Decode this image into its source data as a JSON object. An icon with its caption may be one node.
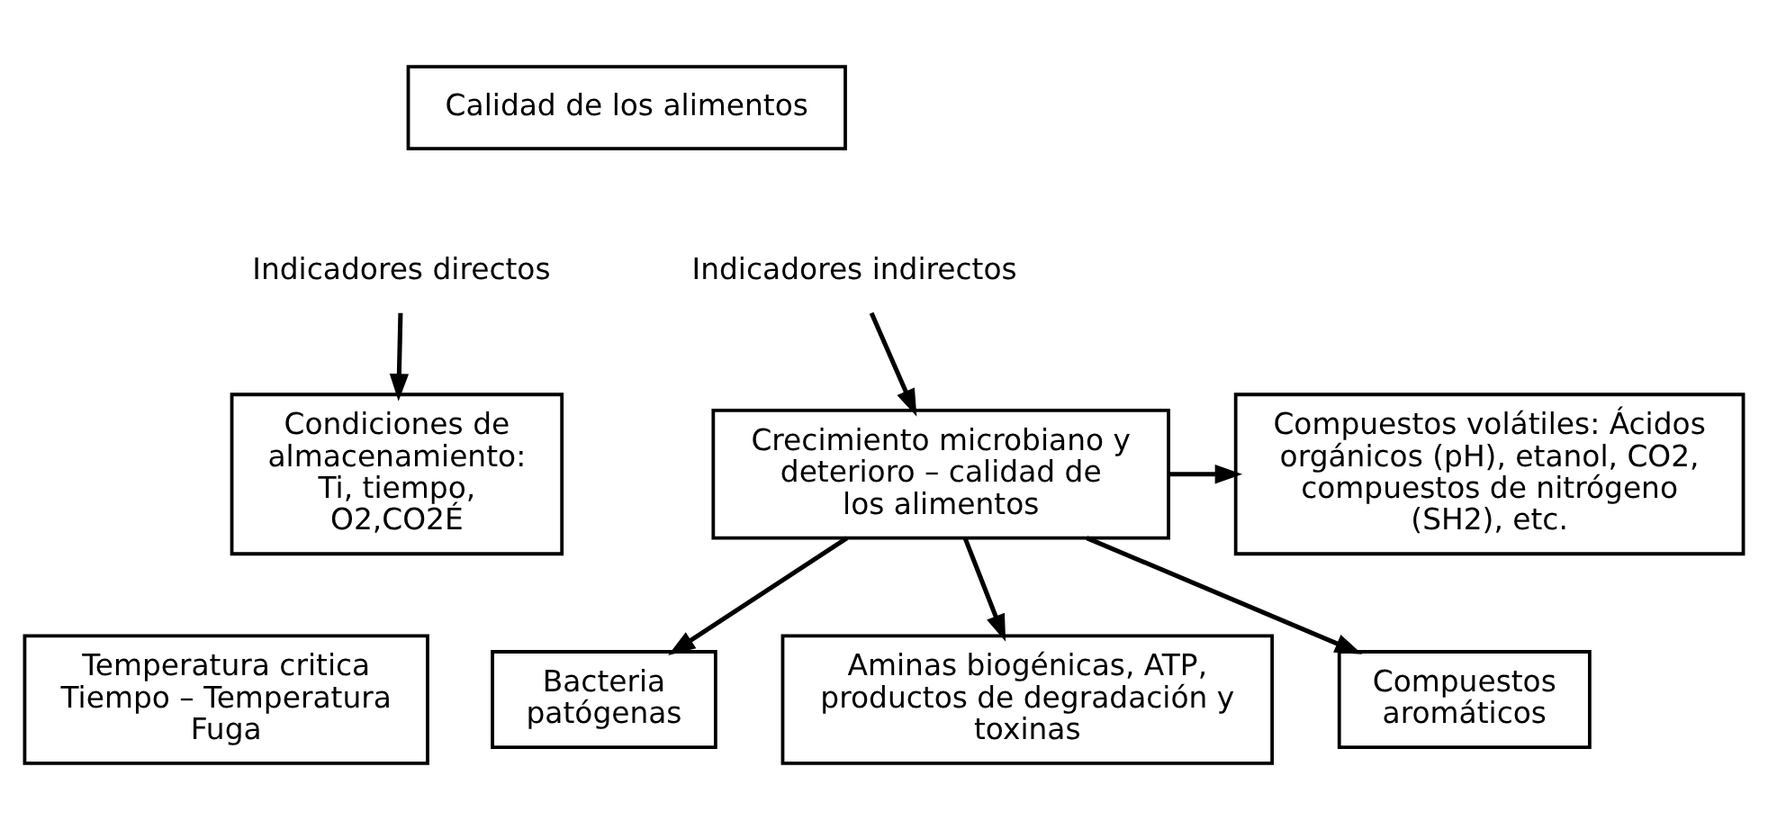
{
  "diagram": {
    "nodes": [
      {
        "text": [
          "Calidad de los alimentos"
        ]
      },
      {
        "text": [
          "Indicadores directos"
        ]
      },
      {
        "text": [
          "Indicadores indirectos"
        ]
      },
      {
        "text": [
          "Condiciones de almacenamiento: Ti, tiempo, O2,CO2É"
        ]
      },
      {
        "text": [
          "Crecimiento microbiano y deterioro – calidad de los alimentos"
        ]
      },
      {
        "text": [
          "Compuestos volátiles: Ácidos orgánicos (pH), etanol, CO2, compuestos de nitrógeno (SH2), etc."
        ]
      },
      {
        "text": [
          "Temperatura critica Tiempo – Temperatura Fuga"
        ]
      },
      {
        "text": [
          "Bacteria patógenas"
        ]
      },
      {
        "text": [
          "Aminas biogénicas, ATP, productos de degradación y toxinas"
        ]
      },
      {
        "text": [
          "Compuestos aromáticos"
        ]
      }
    ],
    "edges": [
      {
        "from": 1,
        "to": 3,
        "arrow": "to"
      },
      {
        "from": 2,
        "to": 4,
        "arrow": "to"
      },
      {
        "from": 4,
        "to": 5,
        "arrow": "to"
      },
      {
        "from": 4,
        "to": 7,
        "arrow": "to"
      },
      {
        "from": 4,
        "to": 8,
        "arrow": "to"
      },
      {
        "from": 4,
        "to": 9,
        "arrow": "to"
      }
    ]
  }
}
